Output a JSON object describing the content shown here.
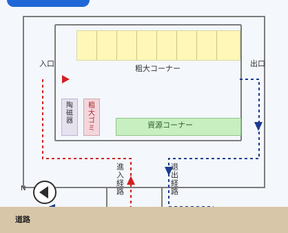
{
  "labels": {
    "entrance": "入口",
    "exit": "出口",
    "top_corner": "粗大コーナー",
    "green_corner": "資源コーナー",
    "box_a": "陶磁器",
    "box_b": "粗大ゴミ",
    "inbound_route": "進入経路",
    "outbound_route": "退出経路",
    "road": "道路",
    "north": "N"
  },
  "colors": {
    "inbound": "#d32020",
    "outbound": "#1b3b8f",
    "yellow": "#fff7b8",
    "green": "#c8efbf",
    "road": "#d7c6a8",
    "badge": "#1f67d6"
  }
}
